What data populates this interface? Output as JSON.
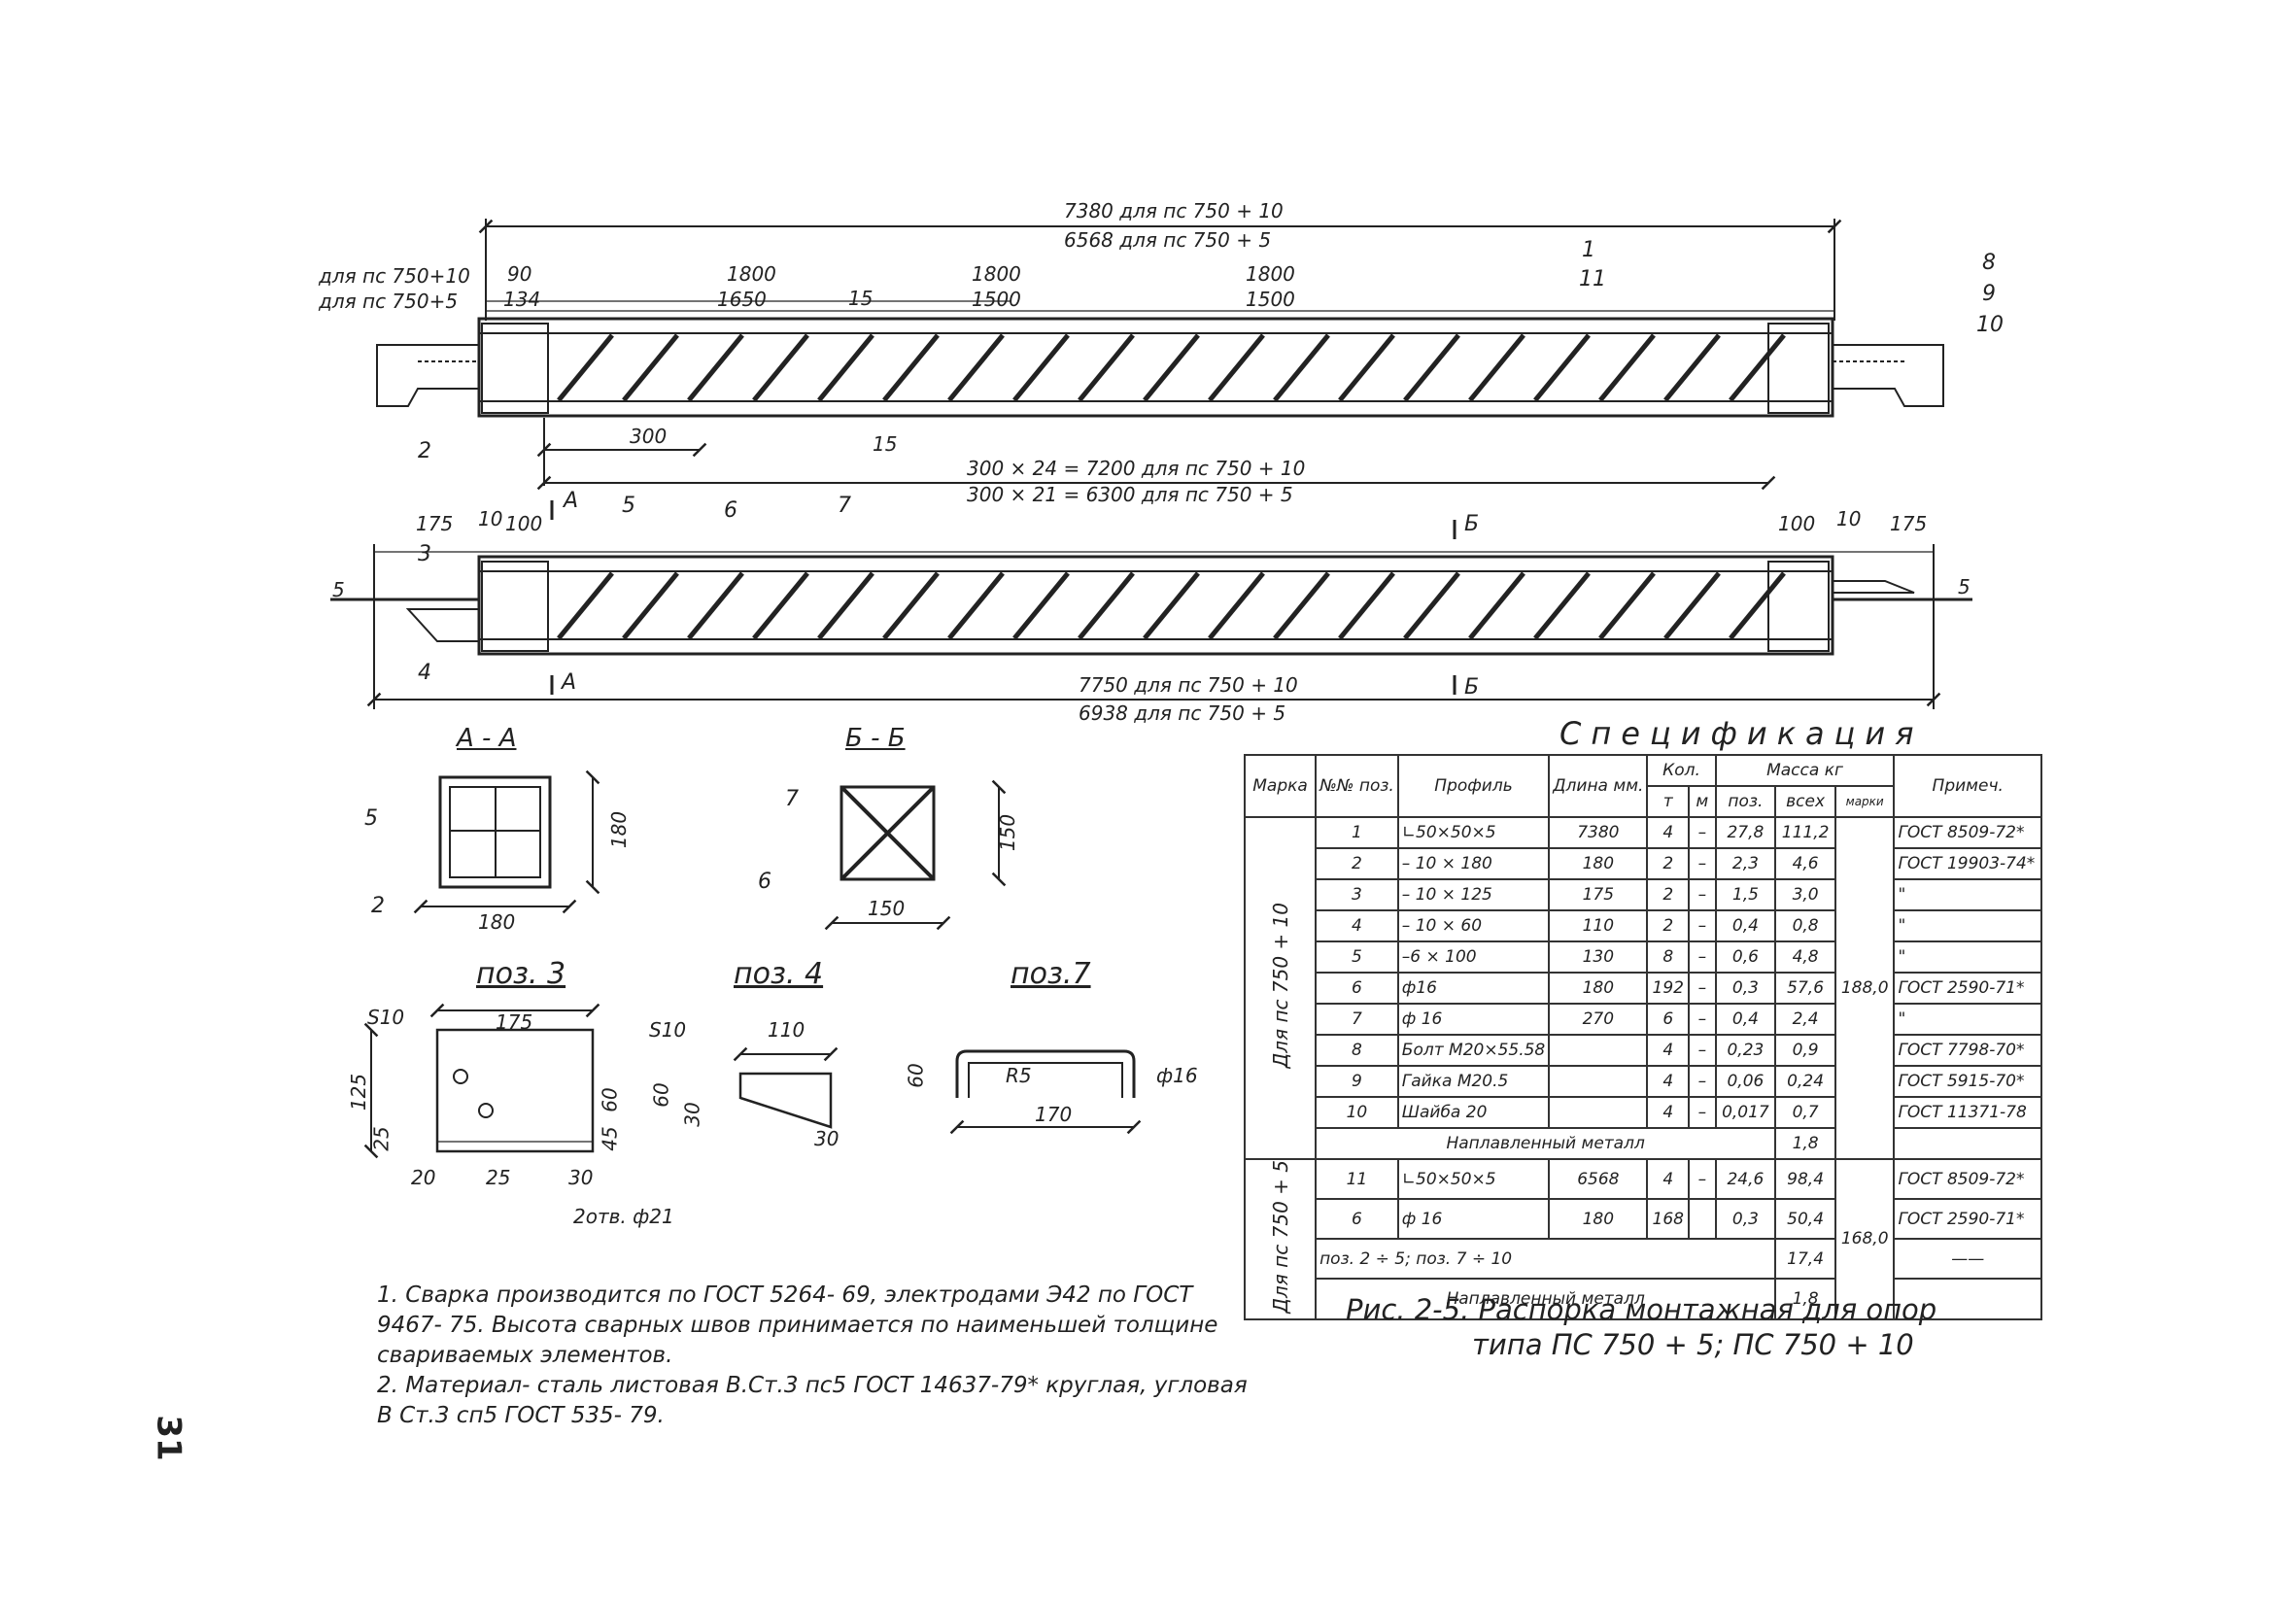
{
  "top_view": {
    "dim_total_1": "7380  для  пс 750 + 10",
    "dim_total_2": "6568  для  пс 750 + 5",
    "label_for_10": "для пс 750+10",
    "label_for_5": "для пс 750+5",
    "seg_90": "90",
    "seg_134": "134",
    "seg_a1": "1800",
    "seg_a2": "1650",
    "seg_b1": "1800",
    "seg_b2": "1500",
    "seg_c1": "1800",
    "seg_c2": "1500",
    "weld_15a": "15",
    "weld_15b": "15",
    "pitch_300": "300",
    "pitch_line_1": "300 × 24  =  7200  для  пс 750 + 10",
    "pitch_line_2": "300 × 21  =  6300  для  пс 750 + 5",
    "pos_2": "2",
    "pos_1": "1",
    "pos_11": "11",
    "pos_8": "8",
    "pos_9": "9",
    "pos_10": "10"
  },
  "side_view": {
    "dim_175_l": "175",
    "dim_10_l": "10",
    "dim_100_l": "100",
    "dim_100_r": "100",
    "dim_10_r": "10",
    "dim_175_r": "175",
    "dim_5_l": "5",
    "dim_5_r": "5",
    "sect_a": "А",
    "sect_b": "Б",
    "pos_3": "3",
    "pos_4": "4",
    "pos_5": "5",
    "pos_6": "6",
    "pos_7": "7",
    "dim_total_1": "7750  для  пс 750 + 10",
    "dim_total_2": "6938  для  пс 750 + 5"
  },
  "sections": {
    "aa_title": "А - А",
    "aa_dim_w": "180",
    "aa_dim_h": "180",
    "aa_pos_5": "5",
    "aa_pos_2": "2",
    "bb_title": "Б - Б",
    "bb_dim_w": "150",
    "bb_dim_h": "150",
    "bb_pos_7": "7",
    "bb_pos_6": "6"
  },
  "details": {
    "p3_title": "поз. 3",
    "p3_s10": "S10",
    "p3_175": "175",
    "p3_125": "125",
    "p3_25a": "25",
    "p3_60": "60",
    "p3_45": "45",
    "p3_20": "20",
    "p3_25b": "25",
    "p3_30": "30",
    "p3_holes": "2отв. ф21",
    "p4_title": "поз. 4",
    "p4_s10": "S10",
    "p4_110": "110",
    "p4_60": "60",
    "p4_30a": "30",
    "p4_30b": "30",
    "p7_title": "поз.7",
    "p7_60": "60",
    "p7_r5": "R5",
    "p7_d16": "ф16",
    "p7_170": "170"
  },
  "spec": {
    "title": "Спецификация",
    "headers": {
      "marka": "Марка",
      "pos": "№№ поз.",
      "profile": "Профиль",
      "length": "Длина мм.",
      "qty": "Кол.",
      "qty_t": "т",
      "qty_m": "м",
      "mass": "Масса  кг",
      "mass_pos": "поз.",
      "mass_all": "всех",
      "mass_mark": "марки",
      "note": "Примеч."
    },
    "group1_label": "Для  пс 750 + 10",
    "group1_mass": "188,0",
    "rows1": [
      {
        "pos": "1",
        "profile": "∟50×50×5",
        "len": "7380",
        "t": "4",
        "m": "–",
        "mp": "27,8",
        "ma": "111,2",
        "note": "ГОСТ 8509-72*"
      },
      {
        "pos": "2",
        "profile": "– 10 × 180",
        "len": "180",
        "t": "2",
        "m": "–",
        "mp": "2,3",
        "ma": "4,6",
        "note": "ГОСТ 19903-74*"
      },
      {
        "pos": "3",
        "profile": "– 10 × 125",
        "len": "175",
        "t": "2",
        "m": "–",
        "mp": "1,5",
        "ma": "3,0",
        "note": "\""
      },
      {
        "pos": "4",
        "profile": "– 10 × 60",
        "len": "110",
        "t": "2",
        "m": "–",
        "mp": "0,4",
        "ma": "0,8",
        "note": "\""
      },
      {
        "pos": "5",
        "profile": "–6 × 100",
        "len": "130",
        "t": "8",
        "m": "–",
        "mp": "0,6",
        "ma": "4,8",
        "note": "\""
      },
      {
        "pos": "6",
        "profile": "ф16",
        "len": "180",
        "t": "192",
        "m": "–",
        "mp": "0,3",
        "ma": "57,6",
        "note": "ГОСТ 2590-71*"
      },
      {
        "pos": "7",
        "profile": "ф 16",
        "len": "270",
        "t": "6",
        "m": "–",
        "mp": "0,4",
        "ma": "2,4",
        "note": "\""
      },
      {
        "pos": "8",
        "profile": "Болт М20×55.58",
        "len": "",
        "t": "4",
        "m": "–",
        "mp": "0,23",
        "ma": "0,9",
        "note": "ГОСТ 7798-70*"
      },
      {
        "pos": "9",
        "profile": "Гайка М20.5",
        "len": "",
        "t": "4",
        "m": "–",
        "mp": "0,06",
        "ma": "0,24",
        "note": "ГОСТ 5915-70*"
      },
      {
        "pos": "10",
        "profile": "Шайба 20",
        "len": "",
        "t": "4",
        "m": "–",
        "mp": "0,017",
        "ma": "0,7",
        "note": "ГОСТ 11371-78"
      }
    ],
    "weld1_label": "Наплавленный  металл",
    "weld1_value": "1,8",
    "group2_label": "Для  пс 750 + 5",
    "group2_mass": "168,0",
    "rows2": [
      {
        "pos": "11",
        "profile": "∟50×50×5",
        "len": "6568",
        "t": "4",
        "m": "–",
        "mp": "24,6",
        "ma": "98,4",
        "note": "ГОСТ 8509-72*"
      },
      {
        "pos": "6",
        "profile": "ф 16",
        "len": "180",
        "t": "168",
        "m": "",
        "mp": "0,3",
        "ma": "50,4",
        "note": "ГОСТ 2590-71*"
      }
    ],
    "row_pos_range_label": "поз. 2 ÷ 5;   поз. 7 ÷ 10",
    "row_pos_range_value": "17,4",
    "row_pos_range_note": "——",
    "weld2_label": "Наплавленный  металл",
    "weld2_value": "1,8"
  },
  "caption": {
    "line1": "Рис. 2-5.  Распорка  монтажная  для  опор",
    "line2": "типа  ПС 750 + 5;   ПС 750 + 10"
  },
  "notes": {
    "n1": "1. Сварка производится по ГОСТ 5264- 69, электродами Э42 по ГОСТ 9467- 75. Высота сварных швов принимается по наименьшей толщине свариваемых элементов.",
    "n2": "2. Материал- сталь листовая В.Ст.3 пс5 ГОСТ 14637-79* круглая, угловая В Ст.3 сп5 ГОСТ 535- 79."
  },
  "page_number": "31"
}
